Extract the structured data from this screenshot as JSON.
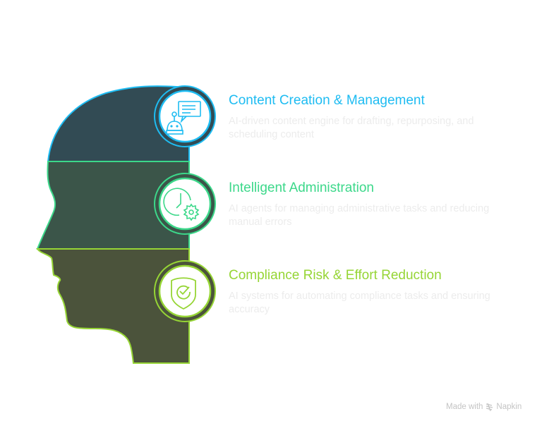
{
  "sections": [
    {
      "title": "Content Creation & Management",
      "description": "AI-driven content engine for drafting, repurposing, and scheduling content",
      "color": "#1ebcf2",
      "fill": "#324b54",
      "icon": "robot-chat-icon"
    },
    {
      "title": "Intelligent Administration",
      "description": "AI agents for managing administrative tasks and reducing manual errors",
      "color": "#3cd88a",
      "fill": "#3b5549",
      "icon": "clock-gear-icon"
    },
    {
      "title": "Compliance Risk & Effort Reduction",
      "description": "AI systems for automating compliance tasks and ensuring accuracy",
      "color": "#96d535",
      "fill": "#4b533b",
      "icon": "shield-check-icon"
    }
  ],
  "footer": {
    "made_with": "Made with",
    "brand": "Napkin"
  }
}
